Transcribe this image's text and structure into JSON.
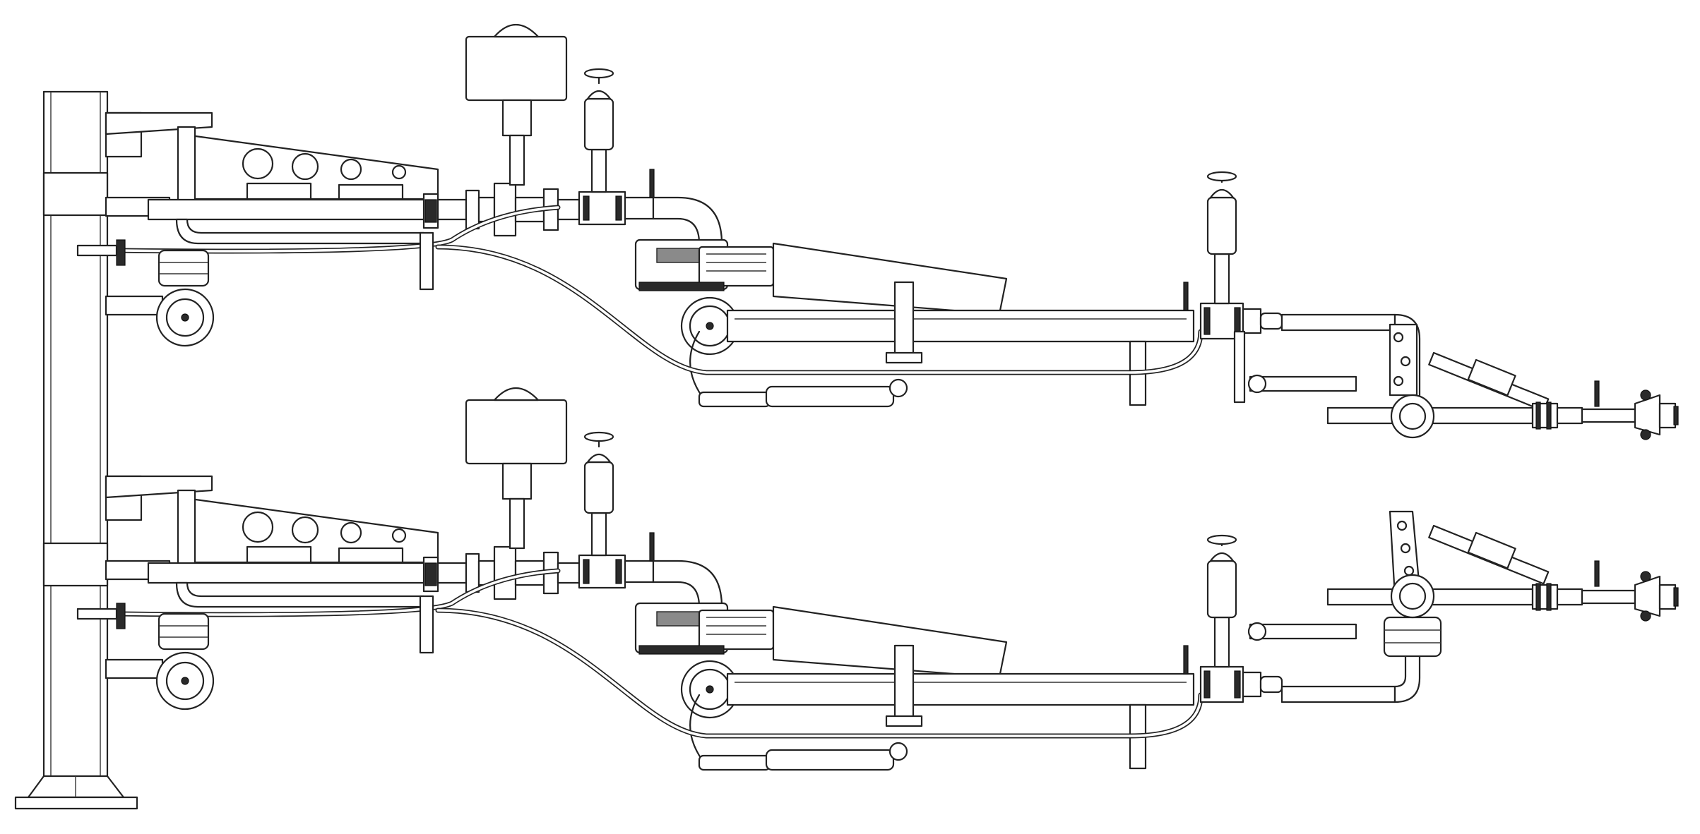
{
  "diagram": {
    "subject": "",
    "colors": {
      "line": "#222222",
      "background": "#ffffff"
    },
    "arms": [
      {
        "id": "upper",
        "outer_section": "lowered"
      },
      {
        "id": "lower",
        "outer_section": "raised"
      }
    ]
  }
}
